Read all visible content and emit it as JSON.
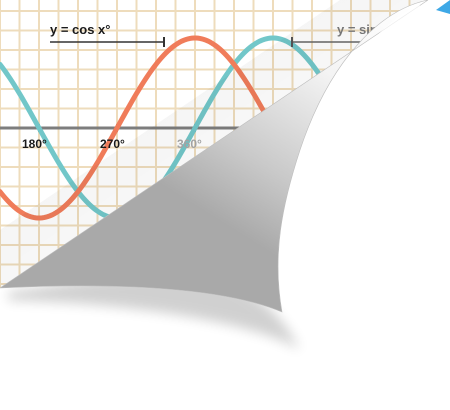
{
  "curves": [
    {
      "label": "y = cos x°",
      "function": "cos",
      "color": "#f07c5a"
    },
    {
      "label": "y = sin x°",
      "function": "sin",
      "color": "#72c7c9"
    }
  ],
  "x_ticks": [
    "180°",
    "270°",
    "360°"
  ],
  "colors": {
    "grid": "#eedcbc",
    "axis": "#7d7d7d",
    "paper_back": "#f2f2f2",
    "background": "#ffffff"
  },
  "effect": "page-curl-corner"
}
